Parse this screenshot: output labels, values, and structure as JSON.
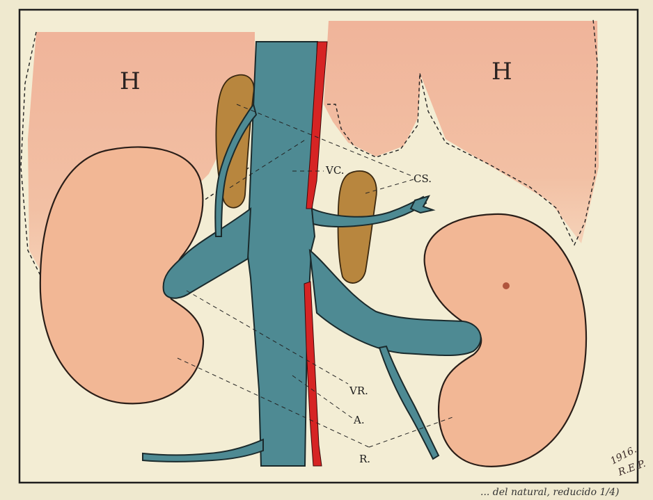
{
  "labels": {
    "liver_left": "H",
    "liver_right": "H",
    "vena_cava": "VC.",
    "suprarenal": "CS.",
    "renal_vein": "VR.",
    "aorta": "A.",
    "kidney": "R."
  },
  "signature": {
    "year": "1916.",
    "initials": "R.E.P."
  },
  "caption_partial": "... del natural, reducido 1/4)",
  "colors": {
    "paper": "#efe9cf",
    "frame": "#1e1e1e",
    "liver": "#f0b89b",
    "kidney": "#f2b795",
    "vein": "#4e8a93",
    "artery": "#d62424",
    "suprarenal": "#b8863e"
  }
}
